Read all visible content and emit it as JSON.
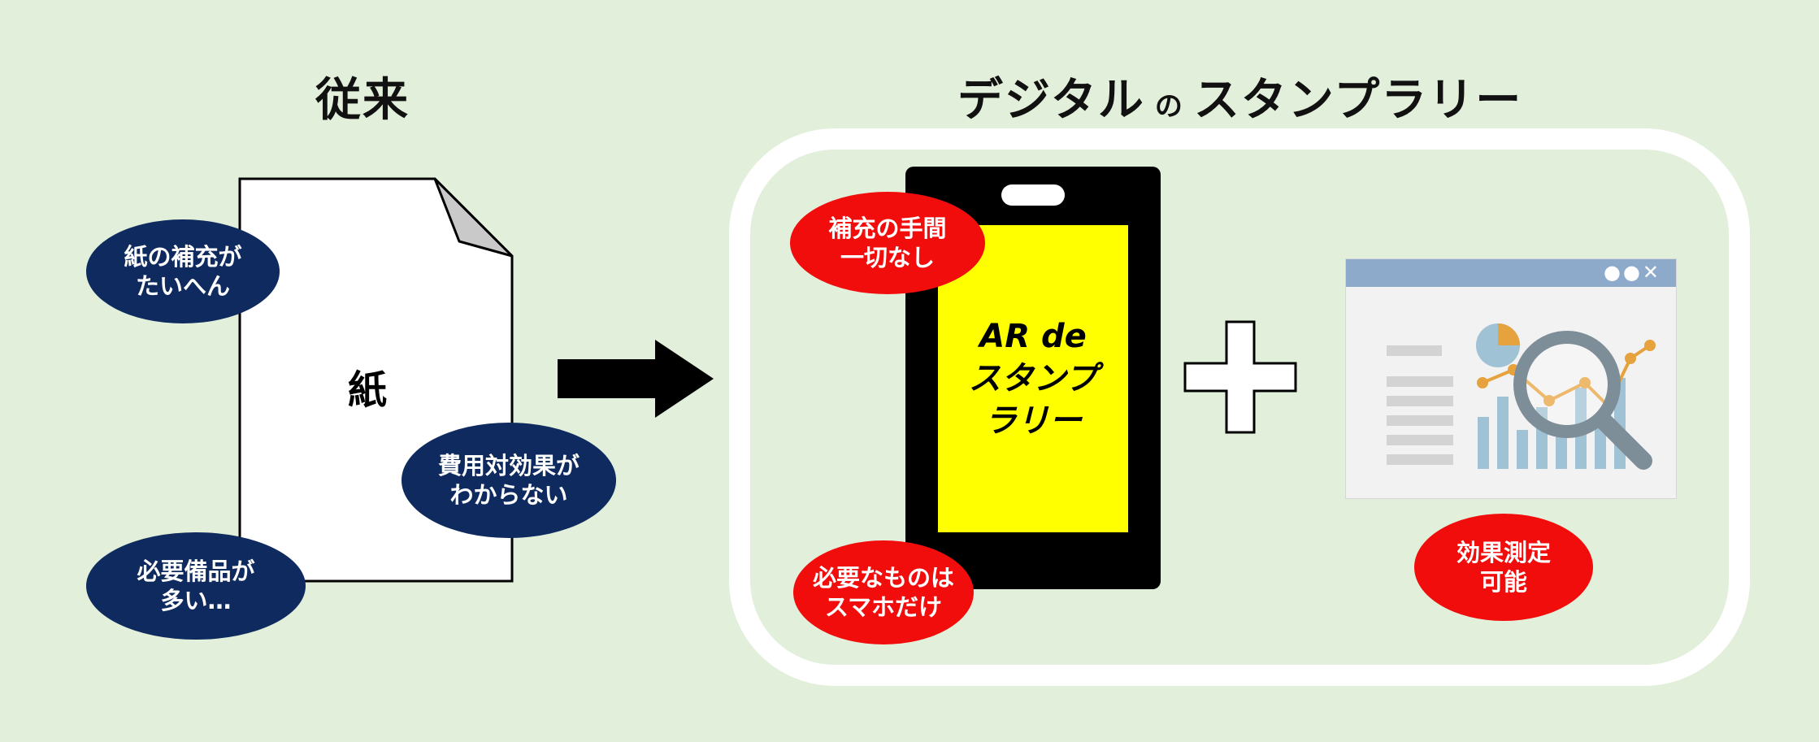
{
  "left": {
    "heading": "従来",
    "paper_label": "紙",
    "bubbles": [
      "紙の補充が\nたいへん",
      "費用対効果が\nわからない",
      "必要備品が\n多い…"
    ]
  },
  "right": {
    "heading_part1": "デジタル",
    "heading_particle": "の",
    "heading_part2": "スタンプラリー",
    "screen_text": "AR de\nスタンプ\nラリー",
    "bubbles": [
      "補充の手間\n一切なし",
      "必要なものは\nスマホだけ",
      "効果測定\n可能"
    ],
    "window_controls": "●●✕"
  },
  "icons": [
    "document-icon",
    "arrow-right-icon",
    "smartphone-icon",
    "plus-icon",
    "analytics-dashboard-icon",
    "magnifier-icon"
  ],
  "colors": {
    "background": "#e2efda",
    "navy_bubble": "#0e2a5e",
    "red_bubble": "#f20d0d",
    "screen": "#ffff00",
    "chart_blue": "#9fc2d4",
    "chart_orange": "#e6a23c"
  }
}
